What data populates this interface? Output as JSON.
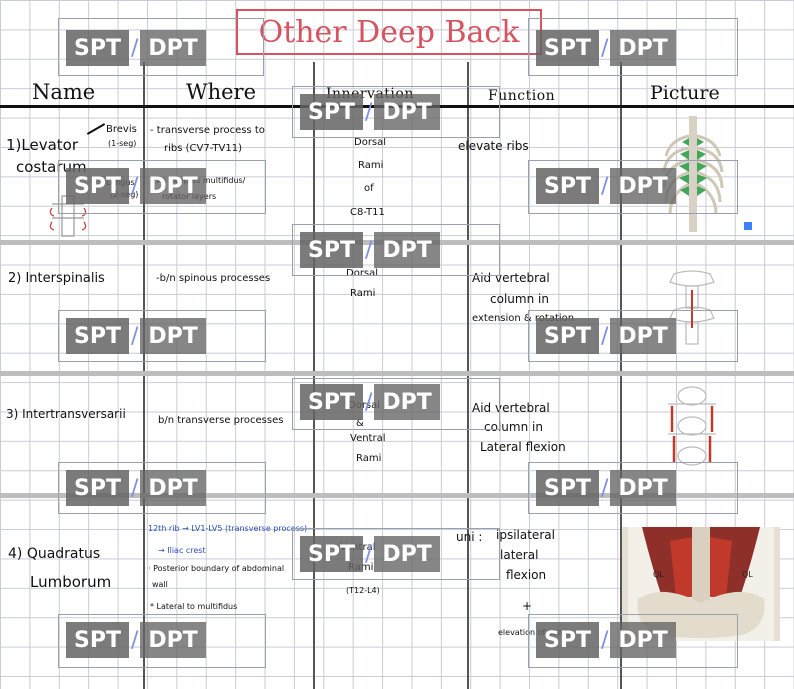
{
  "title": "Other Deep Back",
  "headers": {
    "name": "Name",
    "where": "Where",
    "innervation": "Innervation",
    "function": "Function",
    "picture": "Picture"
  },
  "watermark": {
    "left": "SPT",
    "slash": "/",
    "right": "DPT"
  },
  "rows": [
    {
      "name_num": "1)",
      "name_line1": "Levator",
      "name_line2": "costarum",
      "brevis": "Brevis",
      "brevis_seg": "(1-seg)",
      "longus": "Longus",
      "longus_seg": "(2-seg)",
      "where1": "- transverse process to",
      "where2": "ribs (CV7-TV11)",
      "where3": "* As deep as multifidus/",
      "where4": "rotator layers",
      "innervation": [
        "Dorsal",
        "Rami",
        "of",
        "C8-T11"
      ],
      "function": "elevate ribs"
    },
    {
      "name": "2) Interspinalis",
      "where": "-b/n spinous processes",
      "innervation": [
        "Dorsal",
        "Rami"
      ],
      "function": [
        "Aid vertebral",
        "column in",
        "extension & rotation"
      ]
    },
    {
      "name": "3) Intertransversarii",
      "where": "b/n transverse processes",
      "innervation": [
        "Dorsal",
        "&",
        "Ventral",
        "Rami"
      ],
      "function": [
        "Aid vertebral",
        "column in",
        "Lateral flexion"
      ]
    },
    {
      "name_line1": "4) Quadratus",
      "name_line2": "Lumborum",
      "where1": "12th rib → LV1-LV5 (transverse process)",
      "where2": "→ Iliac crest",
      "where3": "· Posterior boundary of abdominal",
      "where4": "wall",
      "where5": "* Lateral to multifidus",
      "innervation": [
        "Ventral",
        "Rami"
      ],
      "innervation_note": "(T12-L4)",
      "function_uni": "uni :",
      "function": [
        "ipsilateral",
        "lateral",
        "flexion",
        "+",
        "elevation of pelvis"
      ],
      "ql_left": "QL",
      "ql_right": "QL"
    }
  ],
  "colors": {
    "title": "#d5545f",
    "ink": "#111111",
    "blue_ink": "#2c4fb8",
    "muscle_green": "#2f9e4a",
    "muscle_red": "#c0392b"
  }
}
